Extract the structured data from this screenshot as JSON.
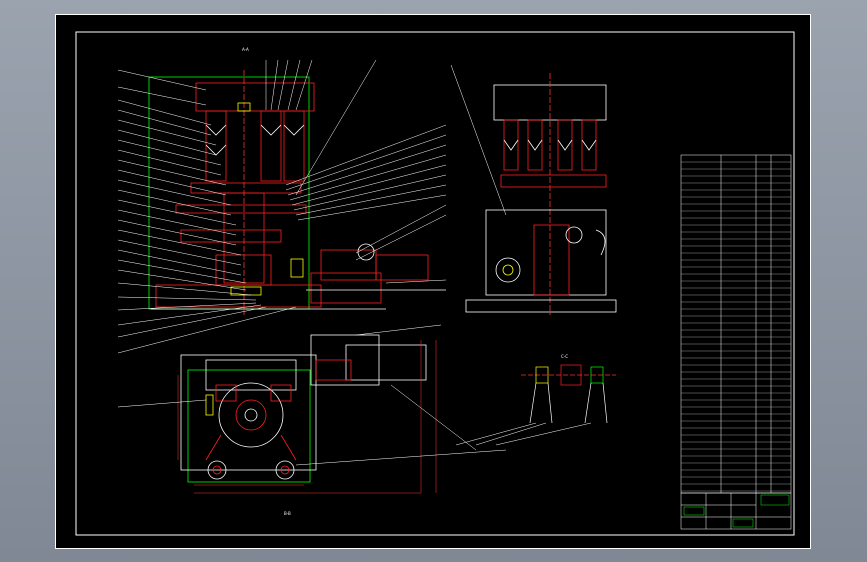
{
  "app": {
    "window_title": ""
  },
  "drawing": {
    "section_labels": [
      "A-A",
      "B-B",
      "C-C"
    ],
    "tech_notes_color": "#ff33ff",
    "line_colors": {
      "outline": "#ffffff",
      "machine": "#ff2020",
      "center": "#ff3030",
      "frame": "#00ff00",
      "leader": "#ffffff",
      "dimension": "#ff3030",
      "accent": "#ffff00",
      "table": "#ffffff"
    },
    "icons": {
      "title_block": "table-grid-icon",
      "parts_list": "table-grid-icon"
    }
  }
}
